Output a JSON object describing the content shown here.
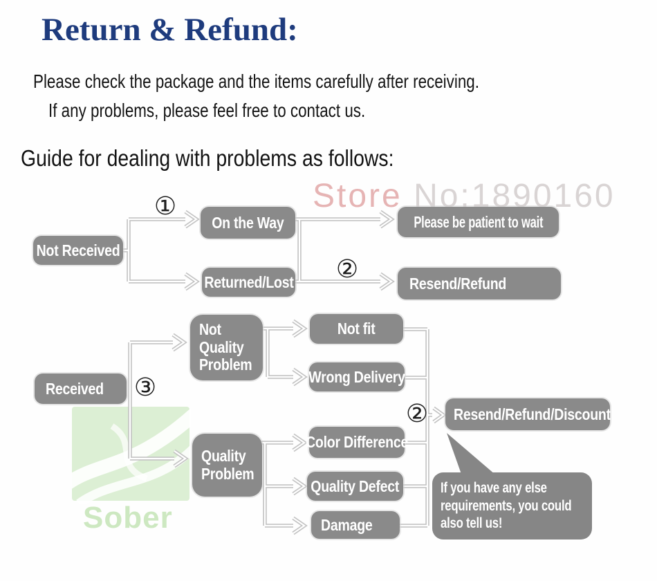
{
  "header": {
    "title": "Return & Refund:",
    "intro_line1": "Please check the package and the items carefully after receiving.",
    "intro_line2": "If any problems, please feel free to contact us.",
    "guide_heading": "Guide for dealing with problems as follows:"
  },
  "watermarks": {
    "store_prefix": "Store ",
    "store_number": "No:1890160",
    "brand_name": "Sober"
  },
  "steps": {
    "s1": "①",
    "s2": "②",
    "s3": "③"
  },
  "flow": {
    "not_received": "Not Received",
    "on_the_way": "On the Way",
    "returned_lost": "Returned/Lost",
    "please_wait": "Please be patient to wait",
    "resend_refund": "Resend/Refund",
    "received": "Received",
    "not_quality_problem": "Not Quality Problem",
    "quality_problem": "Quality Problem",
    "not_fit": "Not fit",
    "wrong_delivery": "Wrong Delivery",
    "color_difference": "Color Difference",
    "quality_defect": "Quality Defect",
    "damage": "Damage",
    "resend_refund_discount": "Resend/Refund/Discount",
    "note_line1": "If you have any else",
    "note_line2": "requirements, you could",
    "note_line3": "also tell us!"
  },
  "colors": {
    "title_navy": "#1e3b7d",
    "node_gray": "#8a8a8a",
    "node_text": "#ffffff",
    "connector_gray": "#c3c3c3",
    "watermark_red": "#cd6969",
    "watermark_gray": "#b9b0b0",
    "brand_green": "#cde8c1"
  }
}
